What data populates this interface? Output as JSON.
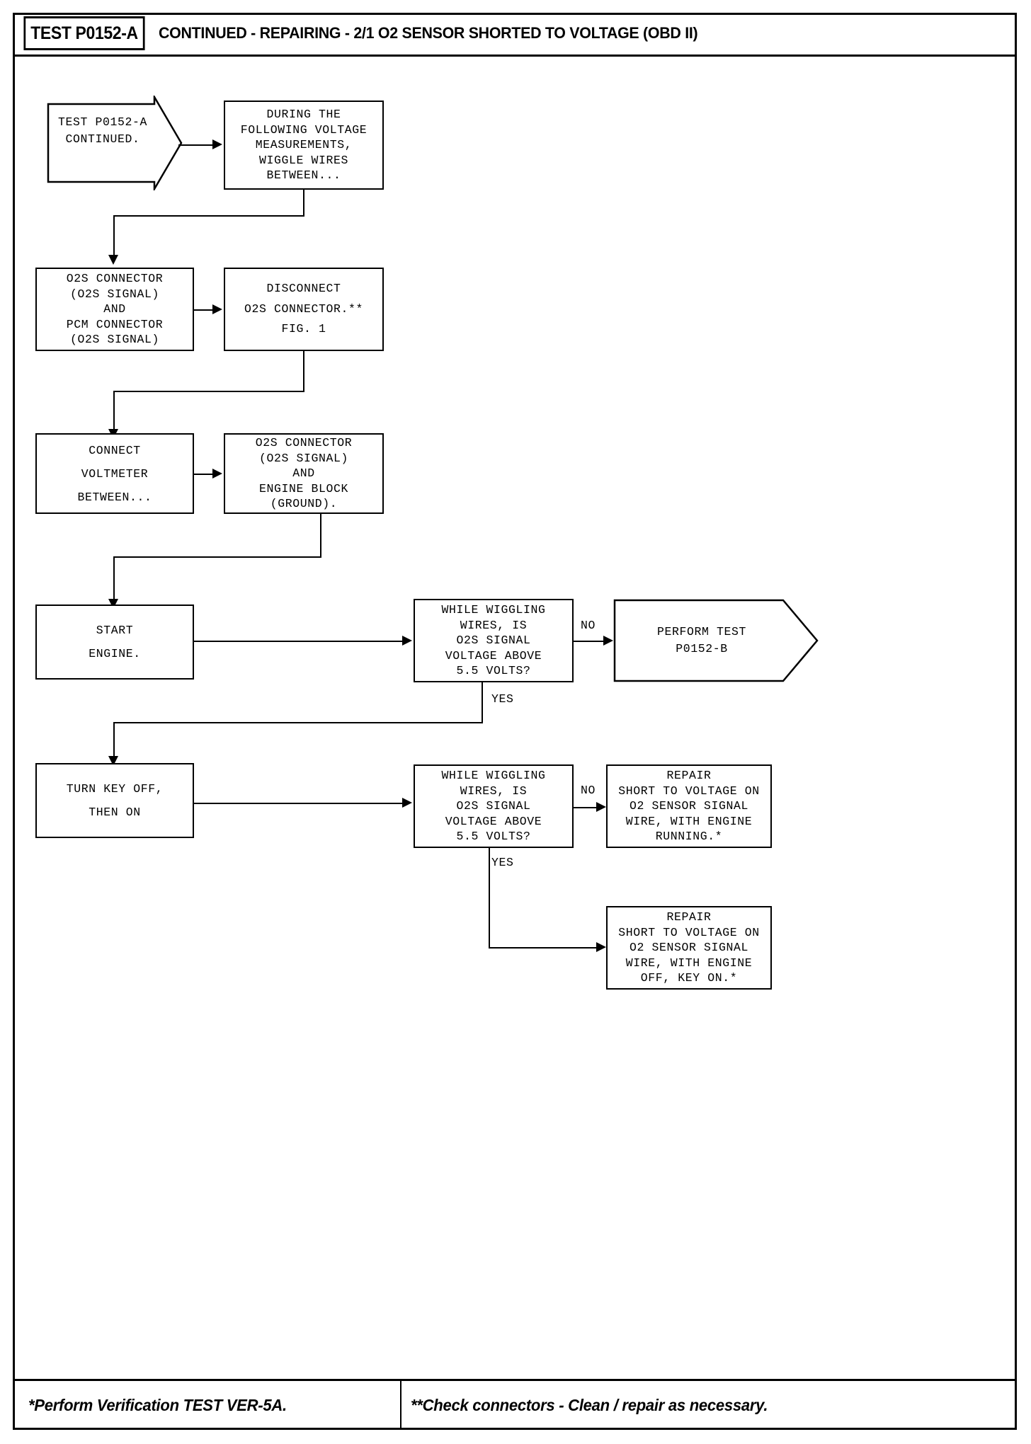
{
  "header": {
    "test_code": "TEST P0152-A",
    "title": "CONTINUED - REPAIRING - 2/1 O2 SENSOR SHORTED TO VOLTAGE (OBD II)"
  },
  "nodes": {
    "start_terminator": "TEST P0152-A\nCONTINUED.",
    "during_measurements": "DURING THE\nFOLLOWING VOLTAGE\nMEASUREMENTS,\nWIGGLE WIRES\nBETWEEN...",
    "o2s_pcm_connector": "O2S CONNECTOR\n(O2S SIGNAL)\nAND\nPCM CONNECTOR\n(O2S SIGNAL)",
    "disconnect": "DISCONNECT\nO2S CONNECTOR.**\nFIG. 1",
    "connect_voltmeter": "CONNECT\nVOLTMETER\nBETWEEN...",
    "o2s_engine_block": "O2S CONNECTOR\n(O2S SIGNAL)\nAND\nENGINE BLOCK\n(GROUND).",
    "start_engine": "START\nENGINE.",
    "decision_engine_running": "WHILE WIGGLING\nWIRES, IS\nO2S SIGNAL\nVOLTAGE ABOVE\n5.5 VOLTS?",
    "perform_test_terminator": "PERFORM TEST\nP0152-B",
    "turn_key_off_on": "TURN KEY OFF,\nTHEN ON",
    "decision_key_on": "WHILE WIGGLING\nWIRES, IS\nO2S SIGNAL\nVOLTAGE ABOVE\n5.5 VOLTS?",
    "repair_engine_running": "REPAIR\nSHORT TO VOLTAGE ON\nO2 SENSOR SIGNAL\nWIRE, WITH ENGINE\nRUNNING.*",
    "repair_key_on": "REPAIR\nSHORT TO VOLTAGE ON\nO2 SENSOR SIGNAL\nWIRE, WITH ENGINE\nOFF, KEY ON.*"
  },
  "branch_labels": {
    "no_1": "NO",
    "yes_1": "YES",
    "no_2": "NO",
    "yes_2": "YES"
  },
  "footer": {
    "note_left": "*Perform Verification TEST VER-5A.",
    "note_right": "**Check connectors - Clean / repair as necessary."
  },
  "colors": {
    "ink": "#000000",
    "paper": "#ffffff"
  }
}
